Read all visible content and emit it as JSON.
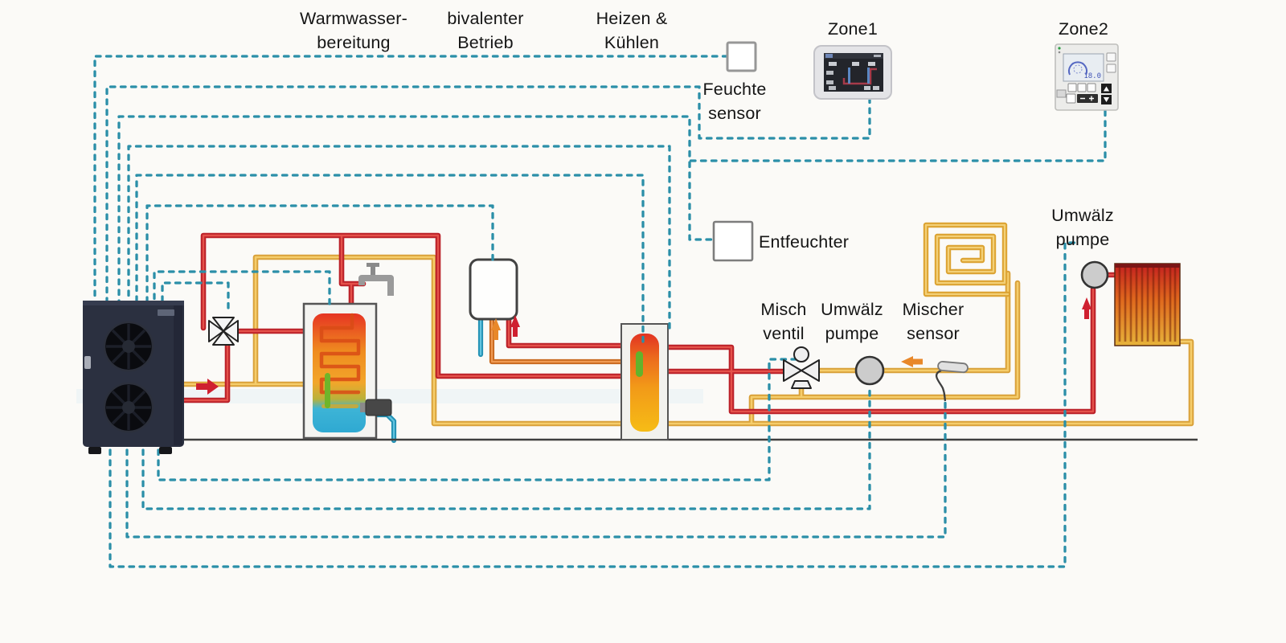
{
  "labels": {
    "warmwasser_line1": "Warmwasser-",
    "warmwasser_line2": "bereitung",
    "bivalenter_line1": "bivalenter",
    "bivalenter_line2": "Betrieb",
    "heizen_line1": "Heizen &",
    "heizen_line2": "Kühlen",
    "feuchte_line1": "Feuchte",
    "feuchte_line2": "sensor",
    "zone1": "Zone1",
    "zone2": "Zone2",
    "entfeuchter": "Entfeuchter",
    "mischventil_line1": "Misch",
    "mischventil_line2": "ventil",
    "umwaelzpumpe_mid_line1": "Umwälz",
    "umwaelzpumpe_mid_line2": "pumpe",
    "mischersensor_line1": "Mischer",
    "mischersensor_line2": "sensor",
    "umwaelzpumpe_right_line1": "Umwälz",
    "umwaelzpumpe_right_line2": "pumpe"
  },
  "zone2": {
    "display": "18.0"
  },
  "icons": {
    "flow_arrow_up": "▲",
    "flow_arrow_right": "▶",
    "flow_arrow_left": "◀"
  },
  "colors": {
    "control_dashed": "#2b8fa8",
    "pipe_hot_red": "#bb2129",
    "pipe_warm_orange": "#c96a20",
    "pipe_return_yellow": "#d9a13a",
    "pipe_cold_blue": "#2391b4",
    "ground_line": "#3f3f3f",
    "heat_pump_body": "#2b3040"
  }
}
